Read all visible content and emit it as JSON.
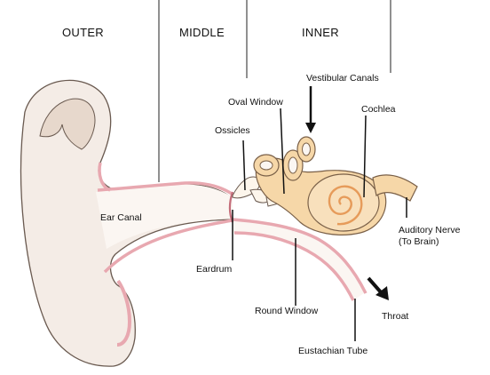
{
  "regions": {
    "outer": "OUTER",
    "middle": "MIDDLE",
    "inner": "INNER"
  },
  "labels": {
    "ear_canal": "Ear Canal",
    "eardrum": "Eardrum",
    "ossicles": "Ossicles",
    "oval_window": "Oval Window",
    "vestibular_canals": "Vestibular Canals",
    "cochlea": "Cochlea",
    "auditory_nerve_line1": "Auditory Nerve",
    "auditory_nerve_line2": "(To Brain)",
    "round_window": "Round Window",
    "throat": "Throat",
    "eustachian_tube": "Eustachian Tube"
  },
  "colors": {
    "skin": "#f4ece6",
    "skin_outline": "#6a5a50",
    "canal_tissue": "#e8a8b0",
    "bone": "#f6d7a8",
    "cochlea_spiral": "#e69b5a",
    "ink": "#111111"
  }
}
